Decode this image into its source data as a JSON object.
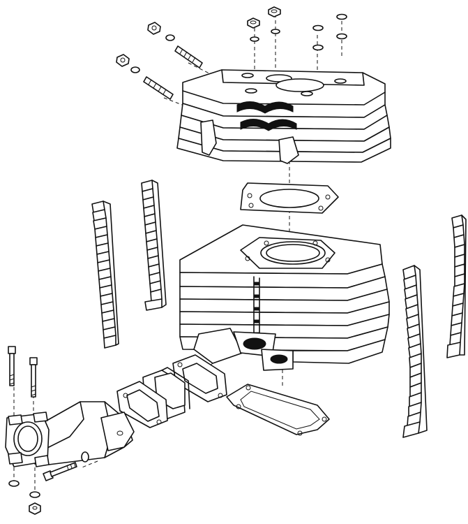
{
  "diagram": {
    "kind": "exploded-view-line-drawing",
    "ink_color": "#111111",
    "background_color": "#ffffff",
    "parts": [
      "cylinder-head",
      "head-gasket",
      "cylinder",
      "base-gasket",
      "intake-manifold",
      "intake-gasket",
      "reed-valve-block",
      "rubber-damper-strip",
      "stud-bolt",
      "nut",
      "washer",
      "bolt"
    ]
  }
}
